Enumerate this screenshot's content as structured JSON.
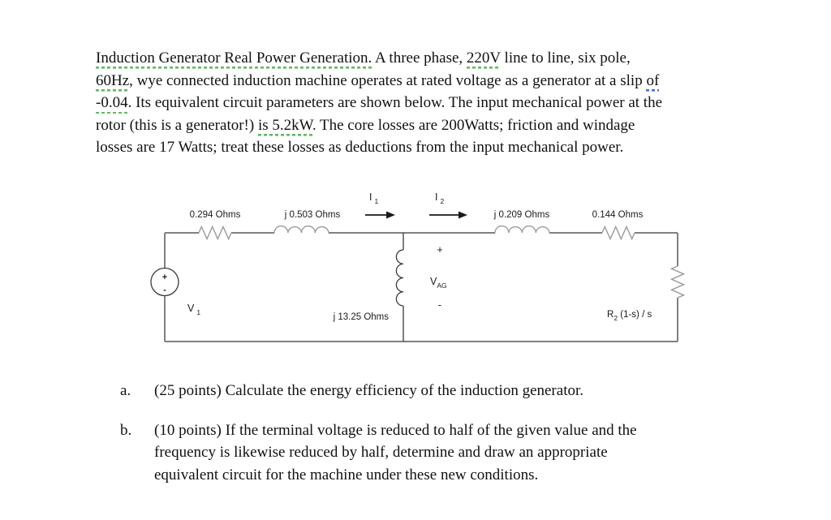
{
  "document": {
    "paragraph_lines": [
      [
        {
          "t": "Induction Generator Real Power Generation.",
          "u": "green"
        },
        {
          "t": " A three phase, "
        },
        {
          "t": "220V",
          "u": "green"
        },
        {
          "t": " line to line, six pole,"
        }
      ],
      [
        {
          "t": "60Hz",
          "u": "green"
        },
        {
          "t": ", wye connected induction machine operates at rated voltage as a generator at a slip "
        },
        {
          "t": "of",
          "u": "blue"
        }
      ],
      [
        {
          "t": "-0.04",
          "u": "green"
        },
        {
          "t": ". Its equivalent circuit parameters are shown below. The input mechanical power at the"
        }
      ],
      [
        {
          "t": "rotor (this is a generator!) "
        },
        {
          "t": "is 5.2kW",
          "u": "green"
        },
        {
          "t": ". The core losses are 200Watts; friction and windage"
        }
      ],
      [
        {
          "t": "losses are 17 Watts; treat these losses as deductions from the input mechanical power."
        }
      ]
    ],
    "questions": [
      {
        "marker": "a.",
        "lines": [
          "(25 points) Calculate the energy efficiency of the induction generator."
        ]
      },
      {
        "marker": "b.",
        "lines": [
          "(10 points) If the terminal voltage is reduced to half of the given value and the",
          "frequency is likewise reduced by half, determine and draw an appropriate",
          "equivalent circuit for the machine under these new conditions."
        ]
      }
    ]
  },
  "circuit": {
    "r1_label": "0.294 Ohms",
    "x1_label": "j 0.503 Ohms",
    "x2_label": "j 0.209 Ohms",
    "r2_label": "0.144 Ohms",
    "xm_label": "j 13.25 Ohms",
    "i1_main": "I",
    "i1_sub": "1",
    "i2_main": "I",
    "i2_sub": "2",
    "v1_main": "V",
    "v1_sub": "1",
    "vag_main": "V",
    "vag_sub": "AG",
    "vag_plus": "+",
    "vag_minus": "-",
    "src_plus": "+",
    "src_minus": "-",
    "rl_main": "R",
    "rl_sub": "2",
    "rl_rest": " (1-s) / s"
  },
  "colors": {
    "underline_green": "#62b862",
    "underline_blue": "#4f6bd8",
    "wire": "#808080",
    "symbol": "#9a9a9a",
    "dark": "#3a3a3a",
    "text": "#111111"
  }
}
